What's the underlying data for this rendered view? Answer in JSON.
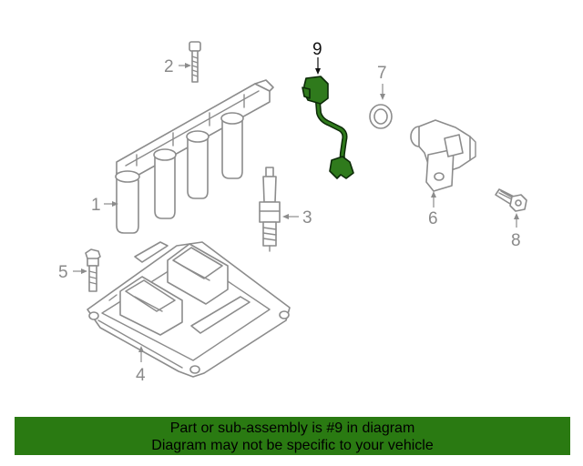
{
  "diagram": {
    "callouts": [
      {
        "number": "1",
        "part": "ignition coil pack"
      },
      {
        "number": "2",
        "part": "bolt"
      },
      {
        "number": "3",
        "part": "spark plug"
      },
      {
        "number": "4",
        "part": "engine control module"
      },
      {
        "number": "5",
        "part": "bolt"
      },
      {
        "number": "6",
        "part": "camshaft position sensor"
      },
      {
        "number": "7",
        "part": "o-ring"
      },
      {
        "number": "8",
        "part": "bolt"
      },
      {
        "number": "9",
        "part": "sensor with harness",
        "highlighted": true
      }
    ],
    "highlight_color": "#2f7a1c"
  },
  "banner": {
    "line1": "Part or sub-assembly is #9 in diagram",
    "line2": "Diagram may not be specific to your vehicle",
    "background": "#2a7a12"
  }
}
